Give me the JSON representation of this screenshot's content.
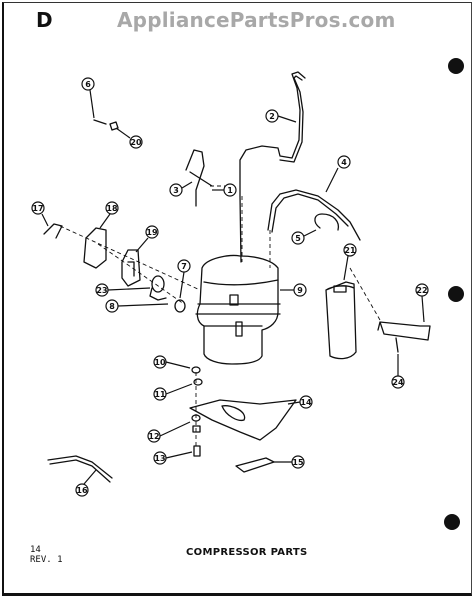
{
  "header": {
    "prefix": "D",
    "watermark": "AppliancePartsPros.com"
  },
  "footer": {
    "page_number": "14",
    "revision": "REV. 1",
    "title": "COMPRESSOR PARTS"
  },
  "callouts": [
    {
      "id": "c1",
      "label": "1"
    },
    {
      "id": "c2",
      "label": "2"
    },
    {
      "id": "c3",
      "label": "3"
    },
    {
      "id": "c4",
      "label": "4"
    },
    {
      "id": "c5",
      "label": "5"
    },
    {
      "id": "c6",
      "label": "6"
    },
    {
      "id": "c7",
      "label": "7"
    },
    {
      "id": "c8",
      "label": "8"
    },
    {
      "id": "c9",
      "label": "9"
    },
    {
      "id": "c10",
      "label": "10"
    },
    {
      "id": "c11",
      "label": "11"
    },
    {
      "id": "c12",
      "label": "12"
    },
    {
      "id": "c13",
      "label": "13"
    },
    {
      "id": "c14",
      "label": "14"
    },
    {
      "id": "c15",
      "label": "15"
    },
    {
      "id": "c16",
      "label": "16"
    },
    {
      "id": "c17",
      "label": "17"
    },
    {
      "id": "c18",
      "label": "18"
    },
    {
      "id": "c19",
      "label": "19"
    },
    {
      "id": "c20",
      "label": "20"
    },
    {
      "id": "c21",
      "label": "21"
    },
    {
      "id": "c22",
      "label": "22"
    },
    {
      "id": "c23",
      "label": "23"
    },
    {
      "id": "c24",
      "label": "24"
    }
  ]
}
